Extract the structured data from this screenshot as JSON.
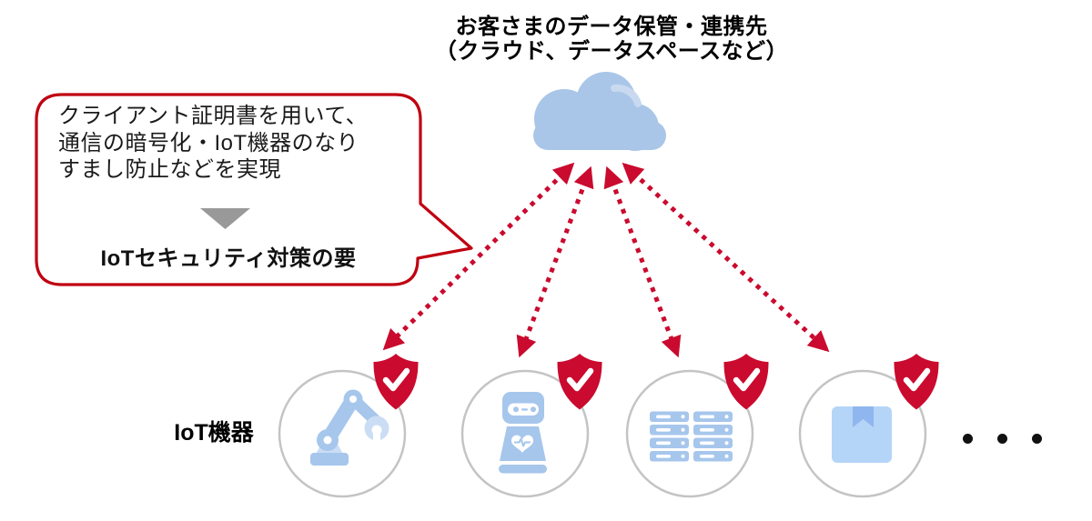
{
  "diagram": {
    "title": {
      "line1": "お客さまのデータ保管・連携先",
      "line2": "（クラウド、データスペースなど）"
    },
    "callout": {
      "line1": "クライアント証明書を用いて、",
      "line2": "通信の暗号化・IoT機器のなり",
      "line3": "すまし防止などを実現",
      "conclusion": "IoTセキュリティ対策の要"
    },
    "devices_label": "IoT機器",
    "ellipsis": "・・・",
    "cloud": {
      "icon": "cloud-icon"
    },
    "devices": [
      {
        "icon": "robot-arm-icon",
        "badge": "shield-check-icon"
      },
      {
        "icon": "robot-icon",
        "badge": "shield-check-icon"
      },
      {
        "icon": "server-rack-icon",
        "badge": "shield-check-icon"
      },
      {
        "icon": "package-box-icon",
        "badge": "shield-check-icon"
      }
    ],
    "connections": {
      "count": 4,
      "style": "dotted-double-arrow"
    },
    "colors": {
      "accent_red": "#CA0A2E",
      "callout_border_red": "#C00010",
      "cloud_blue": "#A9C6E8",
      "cloud_highlight": "#C8D9F0",
      "icon_blue": "#A6C6EC",
      "icon_blue_light": "#CBDDF4",
      "box_blue": "#B4D5F7",
      "box_tab_blue": "#8FB6EE",
      "circle_border_gray": "#C4C4C4",
      "triangle_gray": "#999999"
    }
  }
}
